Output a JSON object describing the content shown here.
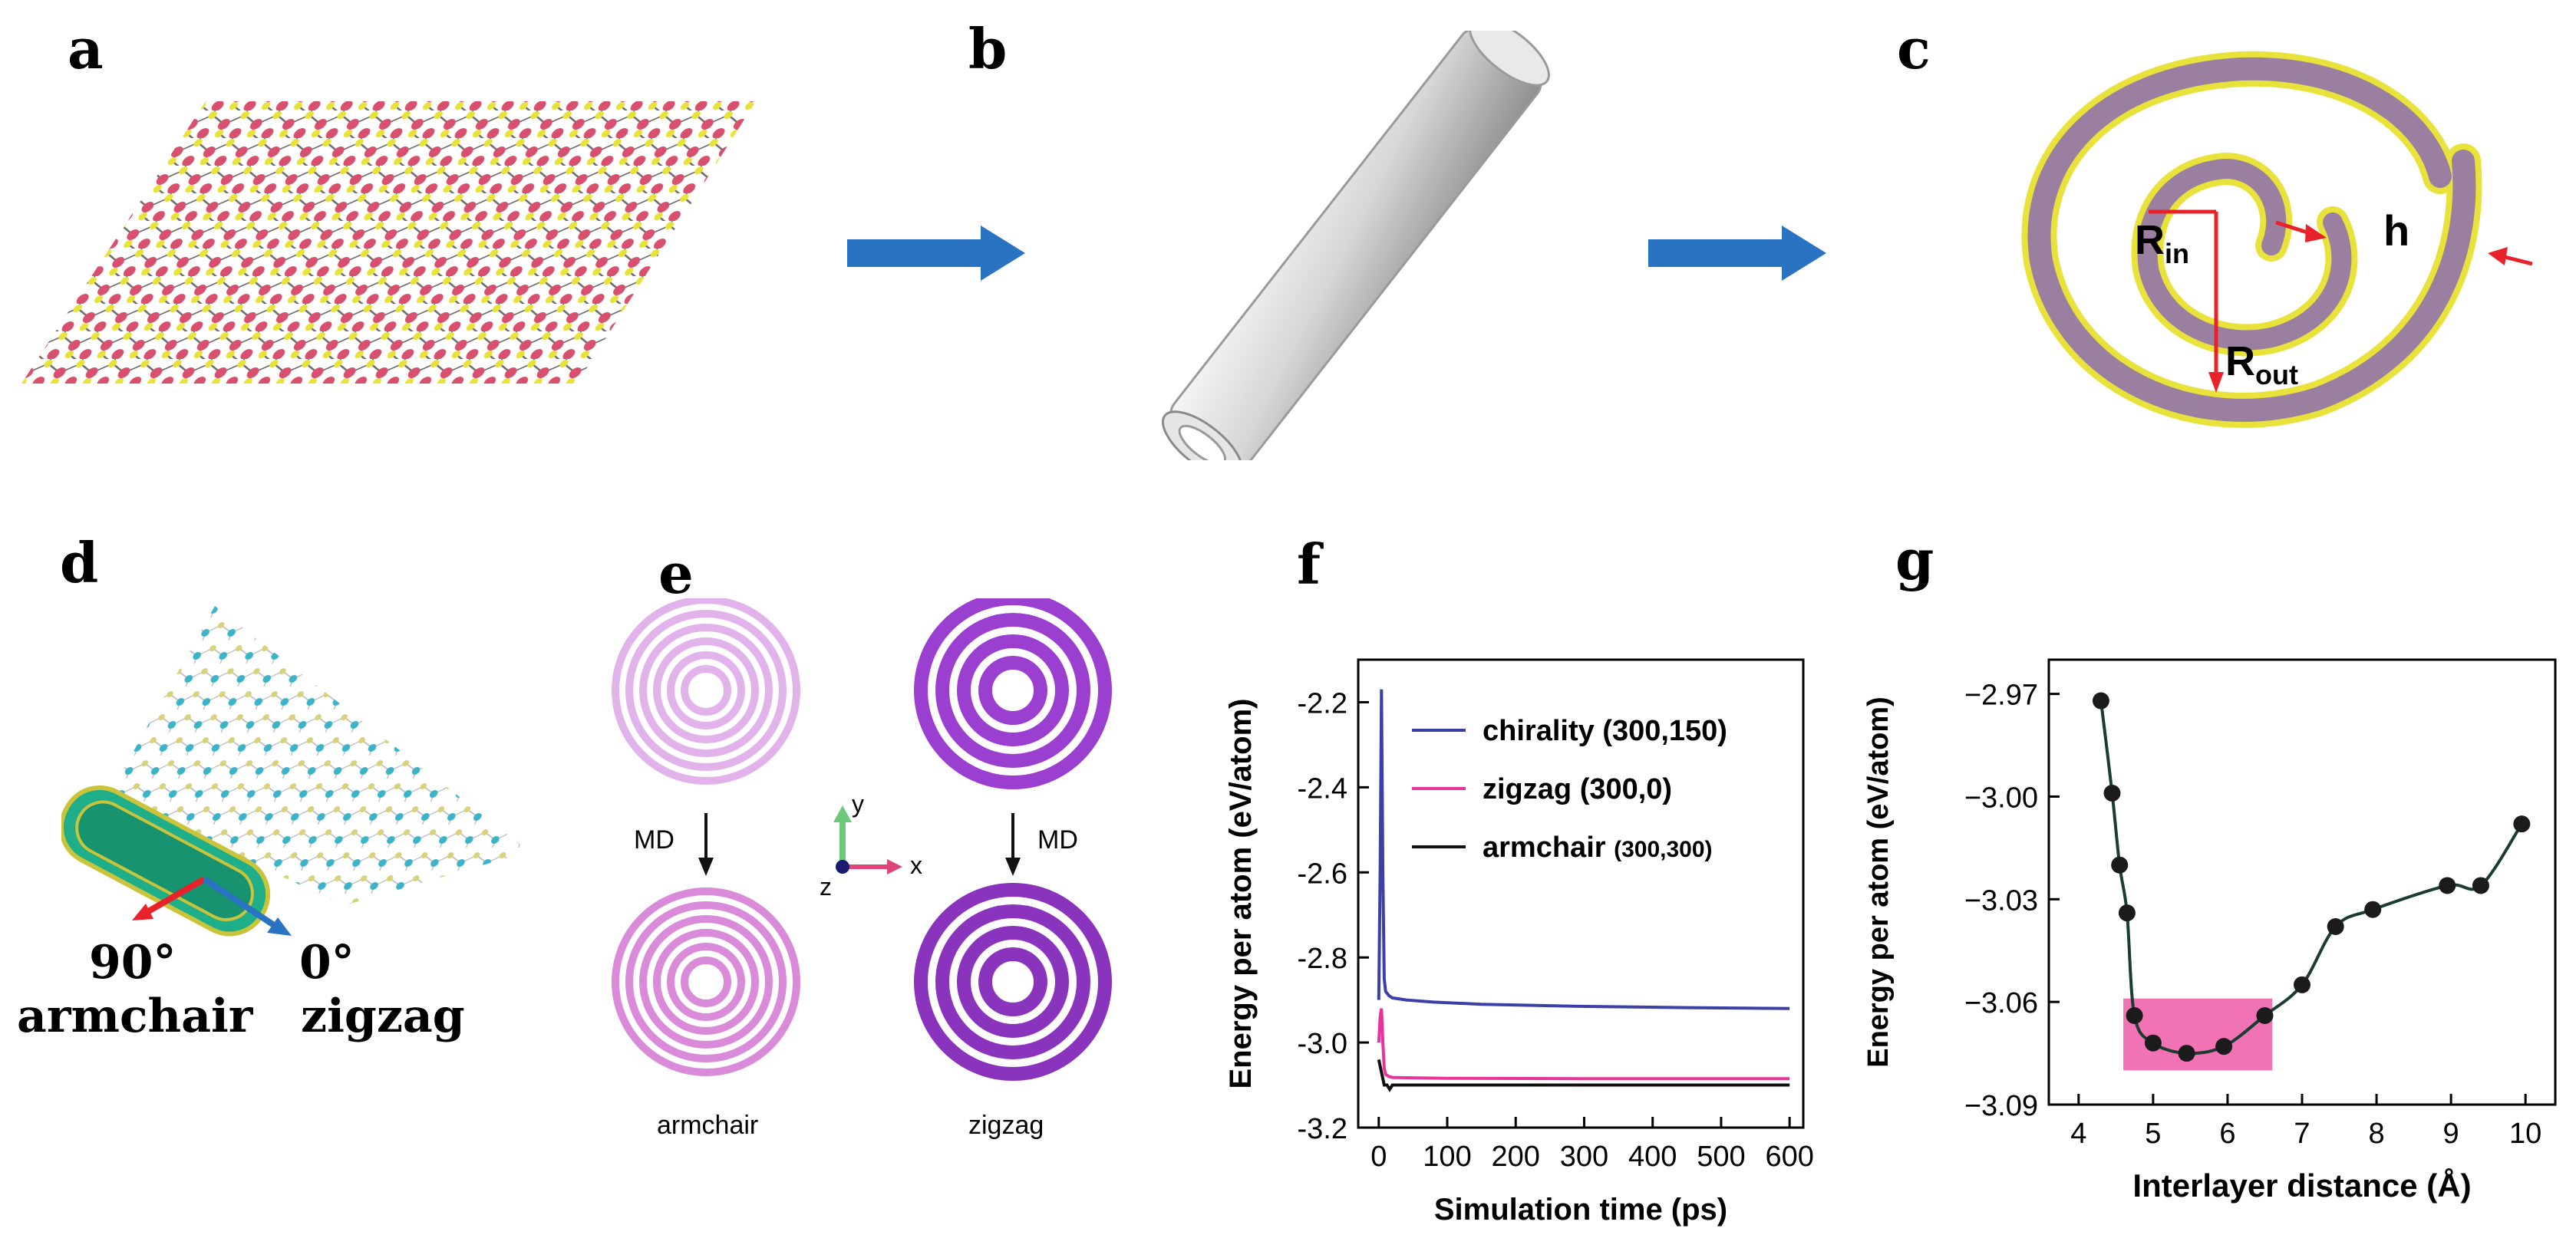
{
  "panel_labels": {
    "a": "a",
    "b": "b",
    "c": "c",
    "d": "d",
    "e": "e",
    "f": "f",
    "g": "g"
  },
  "panel_c": {
    "r_in_main": "R",
    "r_in_sub": "in",
    "r_out_main": "R",
    "r_out_sub": "out",
    "h": "h"
  },
  "panel_d": {
    "angle_armchair": "90°",
    "label_armchair": "armchair",
    "angle_zigzag": "0°",
    "label_zigzag": "zigzag"
  },
  "panel_e": {
    "md_left": "MD",
    "md_right": "MD",
    "axis_x": "x",
    "axis_y": "y",
    "axis_z": "z",
    "caption_left": "armchair",
    "caption_right": "zigzag"
  },
  "colors": {
    "arrow_blue": "#2a72c2",
    "sulfur": "#e8e23a",
    "metal": "#d9506e",
    "scroll": "#9a7fa0",
    "spiral_purple": "#9b3fd1",
    "spiral_pink": "#d98ad9",
    "highlight": "#ef5aa8"
  },
  "chart_data": [
    {
      "type": "line",
      "panel": "f",
      "xlabel": "Simulation time (ps)",
      "ylabel": "Energy per atom (eV/atom)",
      "xlim": [
        -30,
        620
      ],
      "ylim": [
        -3.2,
        -2.1
      ],
      "x_ticks": [
        0,
        100,
        200,
        300,
        400,
        500,
        600
      ],
      "y_ticks": [
        -3.2,
        -3.0,
        -2.8,
        -2.6,
        -2.4,
        -2.2
      ],
      "x_tick_labels": [
        "0",
        "100",
        "200",
        "300",
        "400",
        "500",
        "600"
      ],
      "y_tick_labels": [
        "-3.2",
        "-3.0",
        "-2.8",
        "-2.6",
        "-2.4",
        "-2.2"
      ],
      "series": [
        {
          "name": "chirality",
          "name_suffix": "(300,150)",
          "color": "#3b3fa8",
          "x": [
            0,
            2,
            4,
            6,
            8,
            10,
            15,
            20,
            40,
            80,
            150,
            300,
            450,
            600
          ],
          "y": [
            -2.9,
            -2.6,
            -2.17,
            -2.6,
            -2.85,
            -2.88,
            -2.89,
            -2.895,
            -2.9,
            -2.905,
            -2.91,
            -2.915,
            -2.918,
            -2.92
          ]
        },
        {
          "name": "zigzag",
          "name_suffix": "(300,0)",
          "color": "#e8339a",
          "x": [
            0,
            2,
            4,
            6,
            8,
            10,
            15,
            20,
            50,
            100,
            300,
            600
          ],
          "y": [
            -3.0,
            -2.94,
            -2.92,
            -3.0,
            -3.06,
            -3.075,
            -3.08,
            -3.082,
            -3.083,
            -3.084,
            -3.085,
            -3.085
          ]
        },
        {
          "name": "armchair",
          "name_suffix": "(300,300)",
          "color": "#111111",
          "x": [
            0,
            4,
            8,
            12,
            16,
            20,
            40,
            100,
            300,
            600
          ],
          "y": [
            -3.04,
            -3.07,
            -3.1,
            -3.1,
            -3.11,
            -3.1,
            -3.1,
            -3.1,
            -3.1,
            -3.1
          ]
        }
      ],
      "legend_position": "top-right"
    },
    {
      "type": "scatter",
      "panel": "g",
      "xlabel": "Interlayer distance (Å)",
      "ylabel": "Energy per atom (eV/atom)",
      "xlim": [
        3.6,
        10.4
      ],
      "ylim": [
        -3.09,
        -2.96
      ],
      "x_ticks": [
        4,
        5,
        6,
        7,
        8,
        9,
        10
      ],
      "y_ticks": [
        -3.09,
        -3.06,
        -3.03,
        -3.0,
        -2.97
      ],
      "x_tick_labels": [
        "4",
        "5",
        "6",
        "7",
        "8",
        "9",
        "10"
      ],
      "y_tick_labels": [
        "−3.09",
        "−3.06",
        "−3.03",
        "−3.00",
        "−2.97"
      ],
      "points": {
        "x": [
          4.3,
          4.45,
          4.55,
          4.65,
          4.75,
          5.0,
          5.45,
          5.95,
          6.5,
          7.0,
          7.45,
          7.95,
          8.95,
          9.4,
          9.95
        ],
        "y": [
          -2.972,
          -2.999,
          -3.02,
          -3.034,
          -3.064,
          -3.072,
          -3.075,
          -3.073,
          -3.064,
          -3.055,
          -3.038,
          -3.033,
          -3.026,
          -3.026,
          -3.008
        ]
      },
      "highlight_box": {
        "x": [
          4.6,
          6.6
        ],
        "y": [
          -3.08,
          -3.059
        ]
      },
      "series_color": "#1b1b1b",
      "fit_color": "#1a3d30"
    }
  ]
}
